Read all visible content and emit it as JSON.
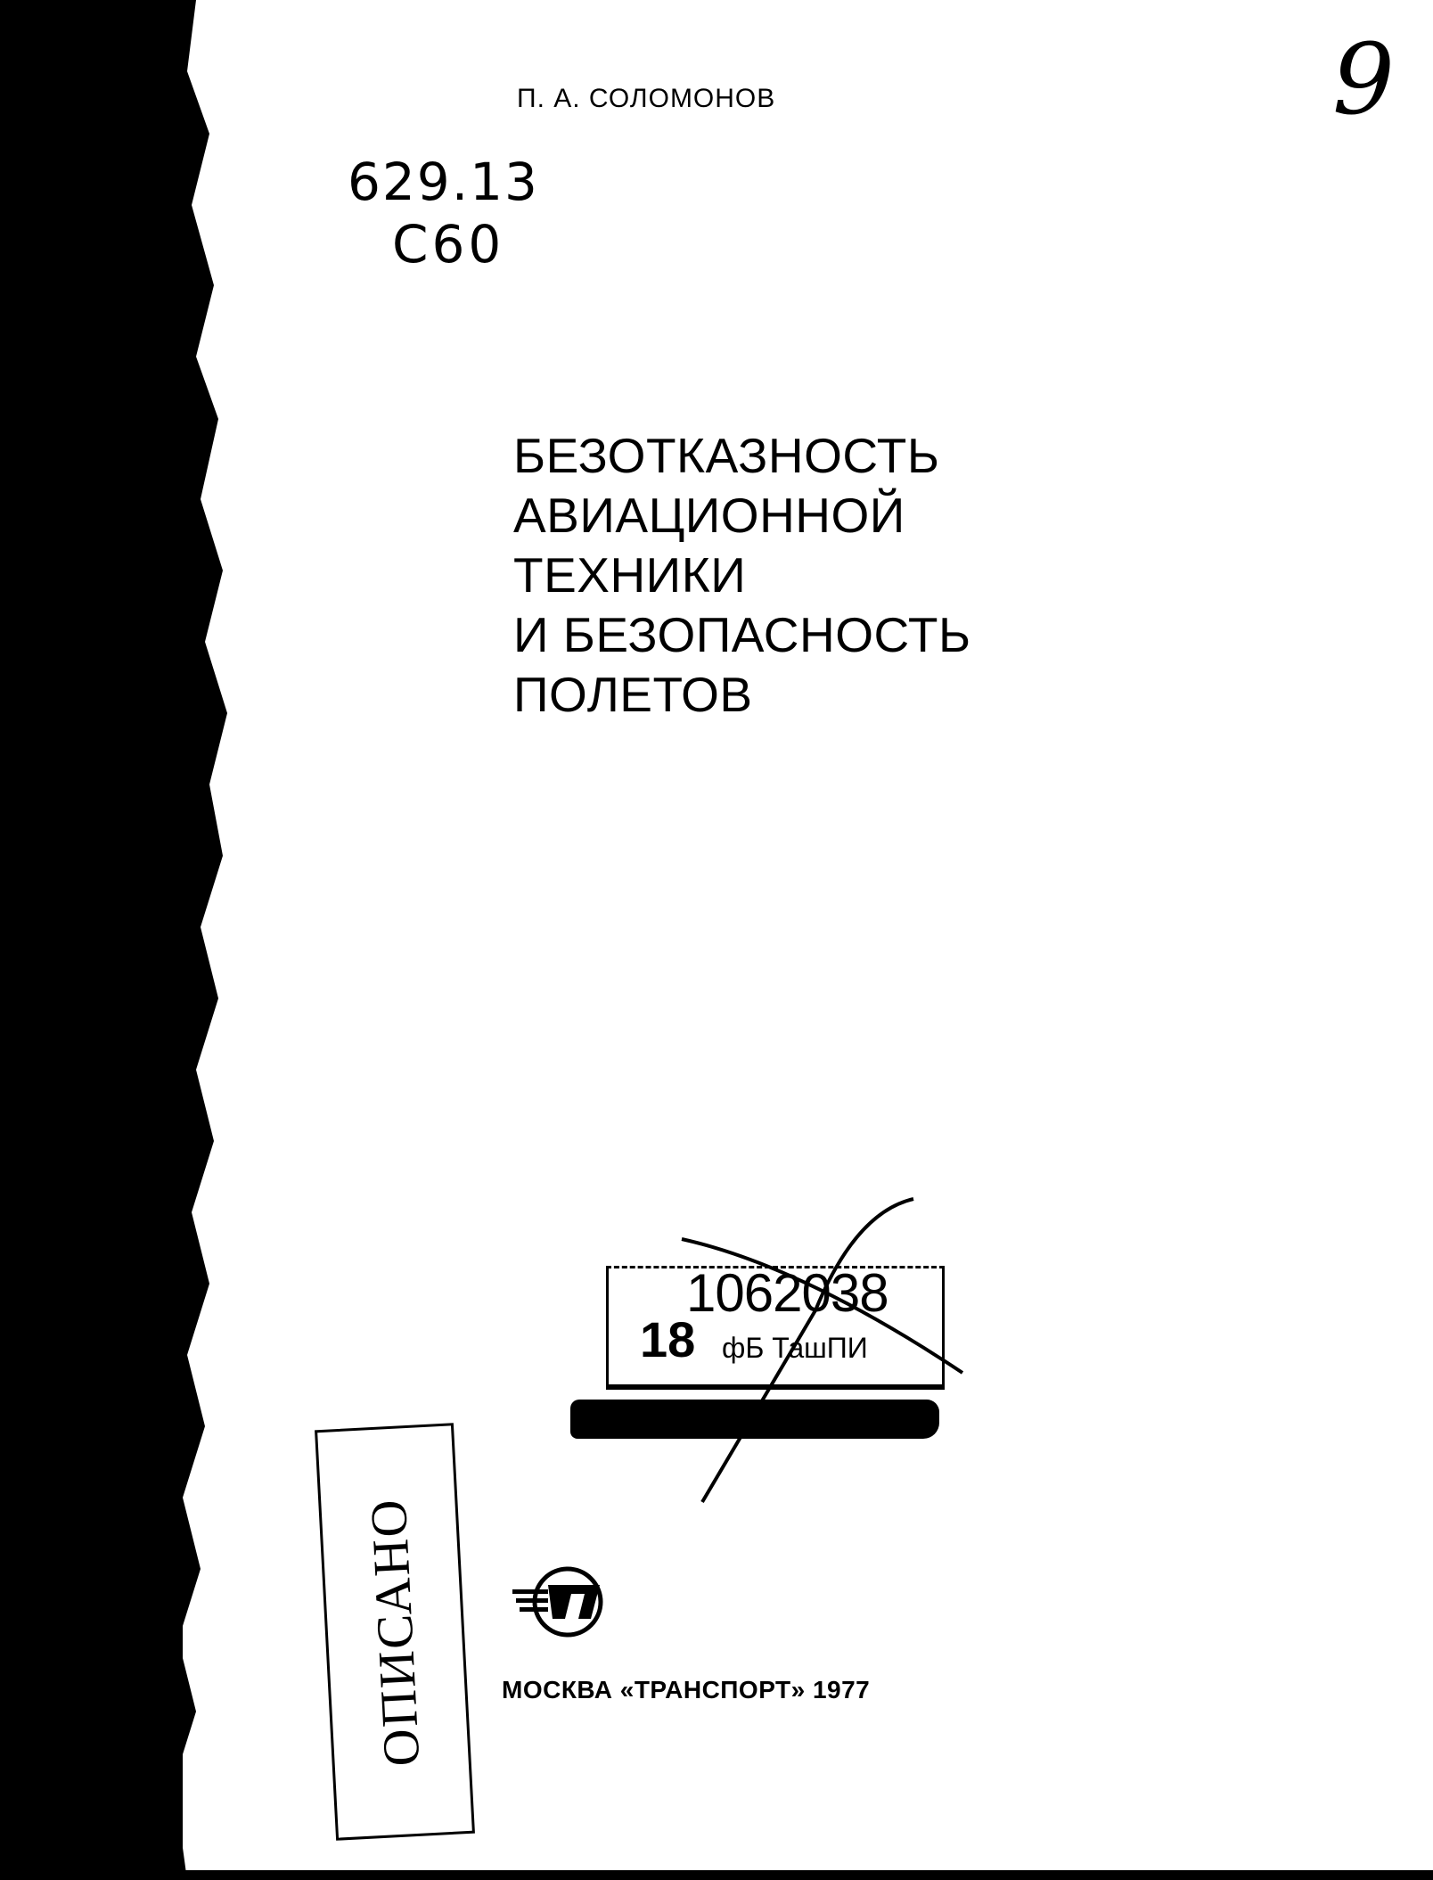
{
  "author": "П. А. СОЛОМОНОВ",
  "handwritten": {
    "classification": "629.13",
    "cutter": "С60",
    "page_mark": "9"
  },
  "title_lines": [
    "БЕЗОТКАЗНОСТЬ",
    "АВИАЦИОННОЙ",
    "ТЕХНИКИ",
    "И  БЕЗОПАСНОСТЬ",
    "ПОЛЕТОВ"
  ],
  "library_stamp": {
    "number": "1062038",
    "library": "фБ ТашПИ",
    "mark": "18"
  },
  "described_stamp": "ОПИСАНО",
  "publisher_logo": "п",
  "publisher_line": "МОСКВА «ТРАНСПОРТ» 1977"
}
